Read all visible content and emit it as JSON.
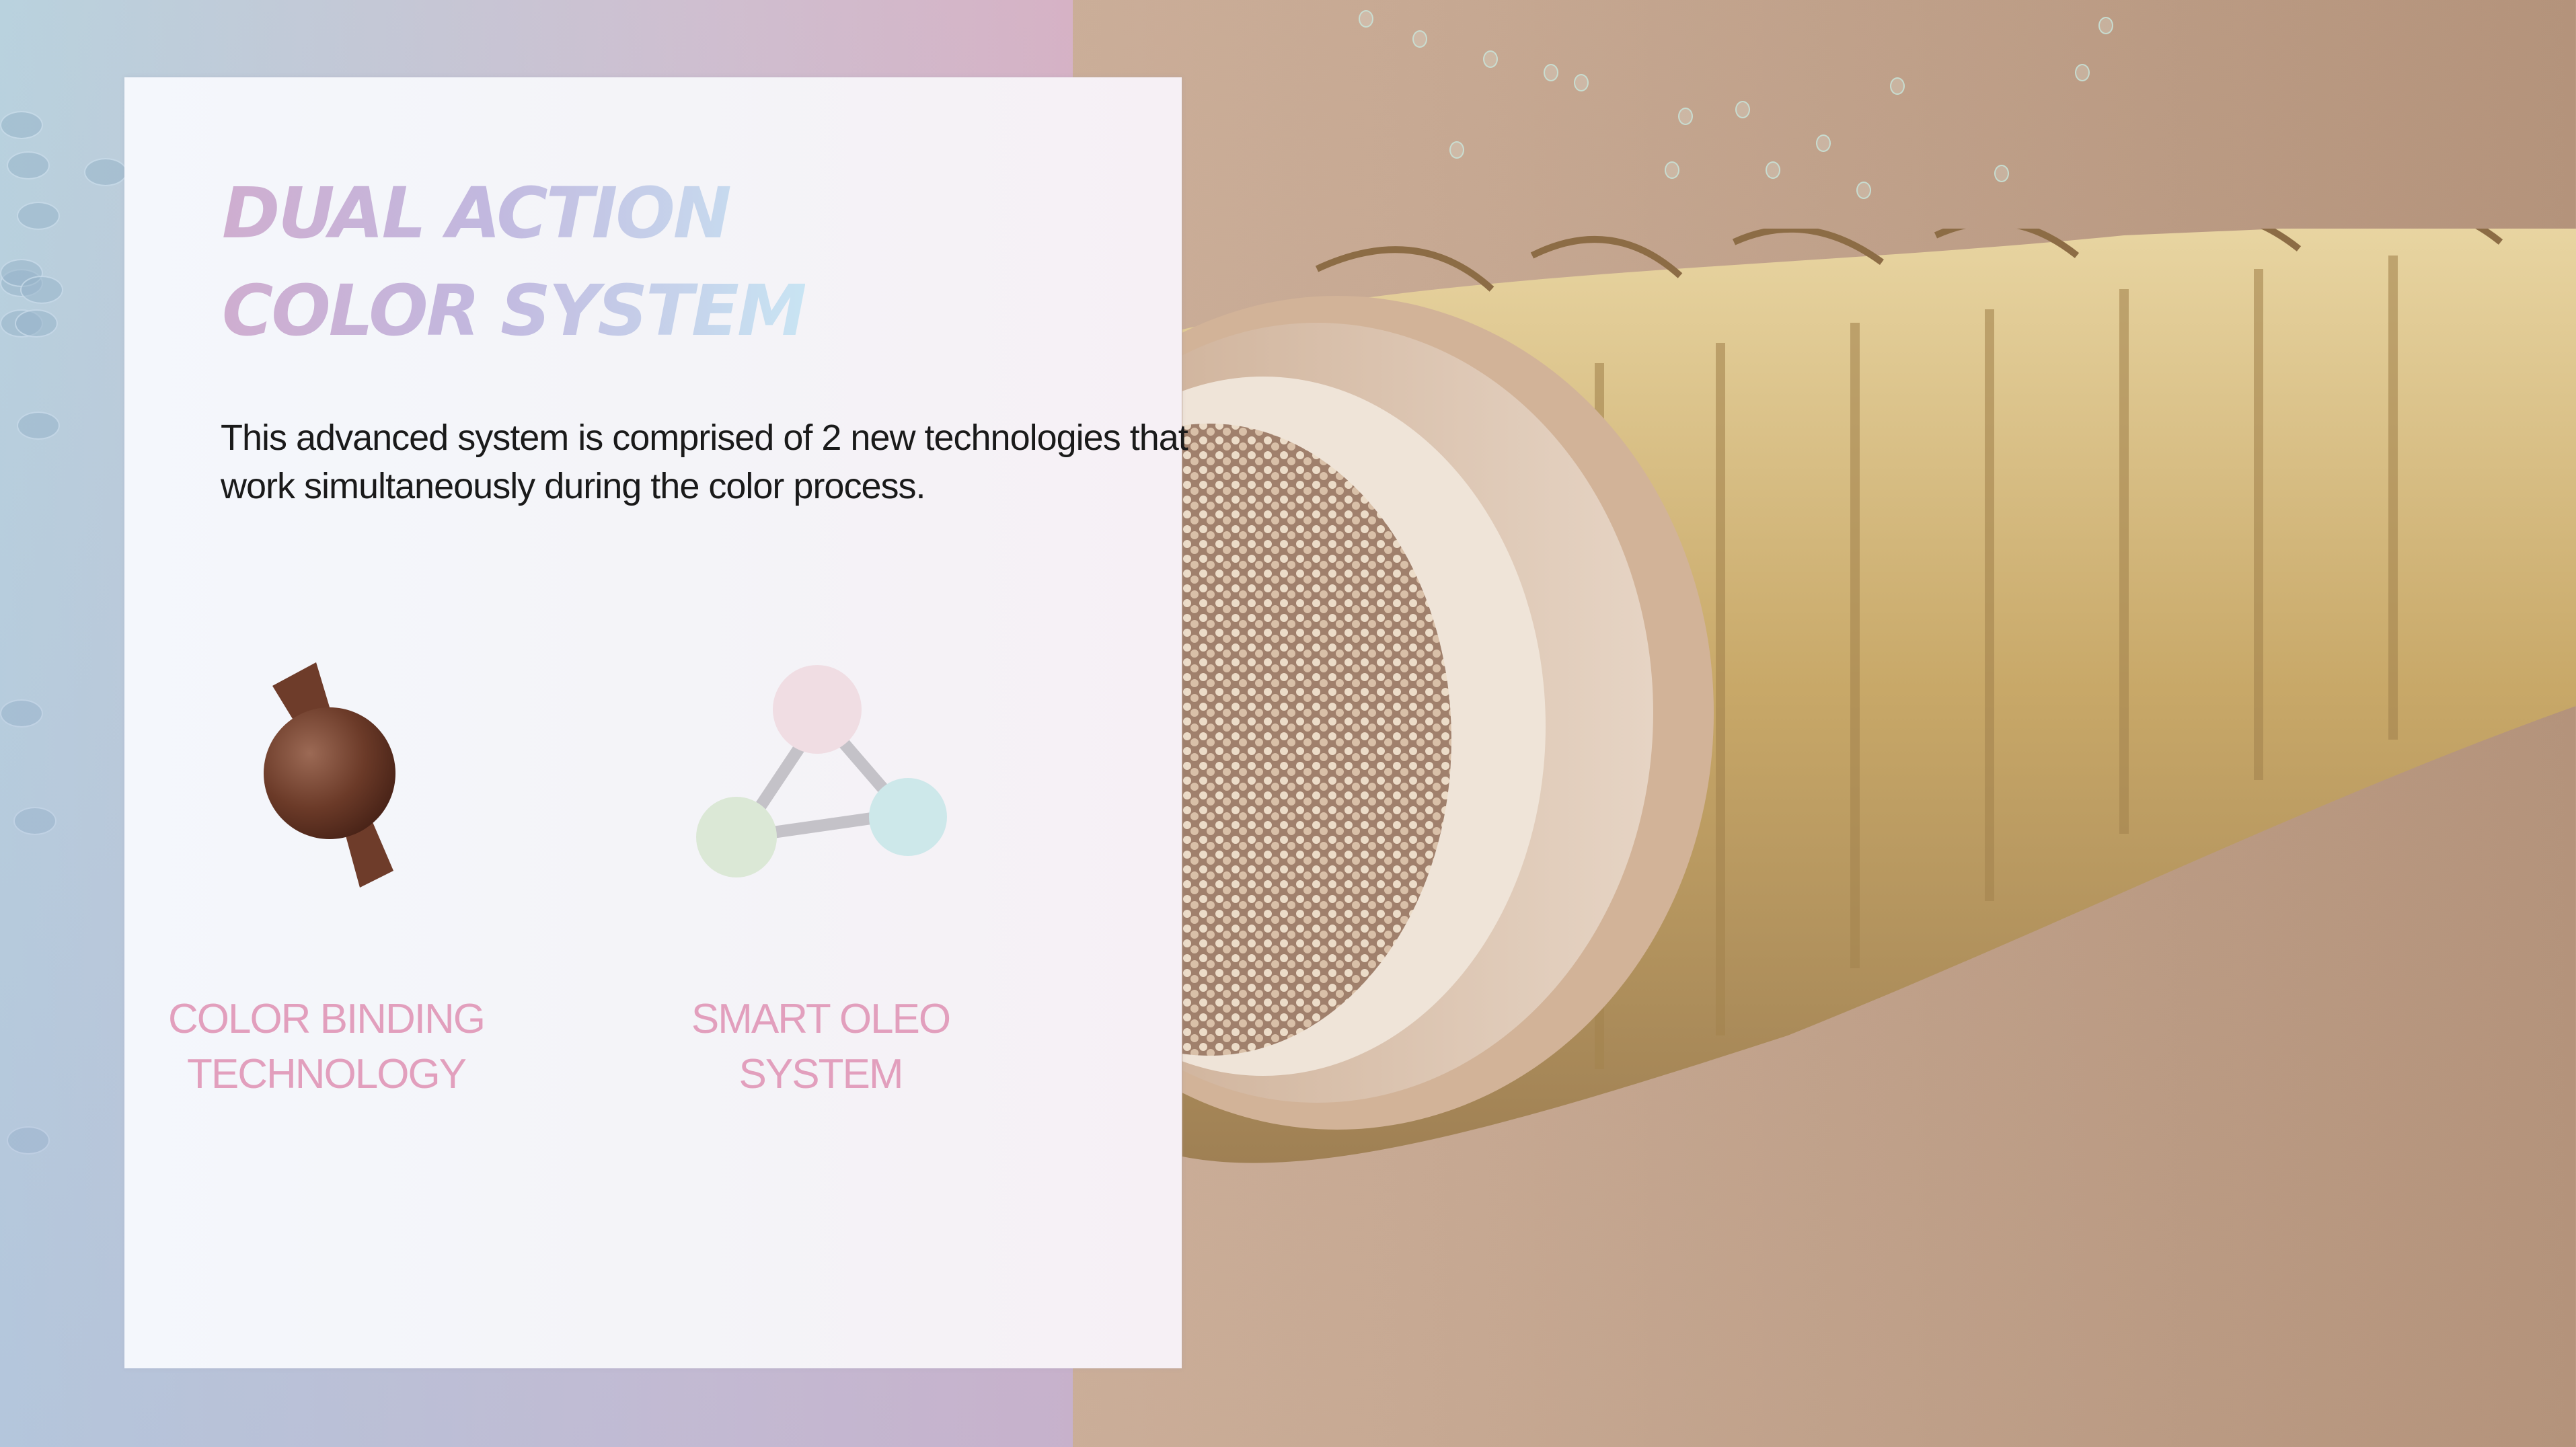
{
  "slide": {
    "title_lines": [
      "DUAL ACTION",
      "COLOR SYSTEM"
    ],
    "description": "This advanced system is comprised of 2 new technologies that work simultaneously during the color process.",
    "features": [
      {
        "icon": "candy-molecule-icon",
        "label_lines": [
          "COLOR BINDING",
          "TECHNOLOGY"
        ]
      },
      {
        "icon": "triangle-molecule-icon",
        "label_lines": [
          "SMART OLEO",
          "SYSTEM"
        ]
      }
    ],
    "illustration": "hair-strand-cross-section"
  },
  "colors": {
    "title_gradient_start": "#cfaed0",
    "title_gradient_end": "#c8e4f3",
    "feature_label": "#e29fbd",
    "description_text": "#1a1a1a",
    "card_background": "#f4f5f9",
    "right_background": "#c7a993",
    "candy_brown": "#6b3a28"
  }
}
